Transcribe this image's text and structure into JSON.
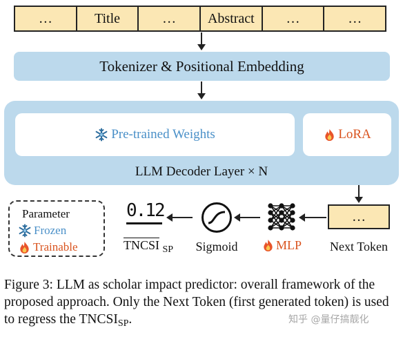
{
  "tokens": [
    "…",
    "Title",
    "…",
    "Abstract",
    "…",
    "…"
  ],
  "tokenizer_label": "Tokenizer & Positional Embedding",
  "decoder": {
    "weights_label": "Pre-trained Weights",
    "lora_label": "LoRA",
    "layer_label": "LLM Decoder Layer × N"
  },
  "legend": {
    "title": "Parameter",
    "frozen": "Frozen",
    "trainable": "Trainable"
  },
  "pipeline": {
    "next_token_cell": "…",
    "next_token_label": "Next Token",
    "mlp_label": "MLP",
    "sigmoid_label": "Sigmoid",
    "output_value": "0.12",
    "tncsi_label": "TNCSI",
    "tncsi_sub": "SP"
  },
  "caption": {
    "part1": "Figure 3: LLM as scholar impact predictor: overall framework of the proposed approach. Only the Next Token (first generated token) is used to regress the TNCSI",
    "sub": "SP",
    "part2": "."
  },
  "watermark": "知乎 @量仔搞靓化",
  "colors": {
    "token_fill": "#fbe7b4",
    "panel_fill": "#bcd9ec",
    "frozen": "#4a90c8",
    "trainable": "#d9531e"
  },
  "icons": {
    "frozen": "snowflake-icon",
    "trainable": "flame-icon",
    "mlp": "neural-network-icon",
    "sigmoid": "sigmoid-icon",
    "output": "value-display"
  }
}
